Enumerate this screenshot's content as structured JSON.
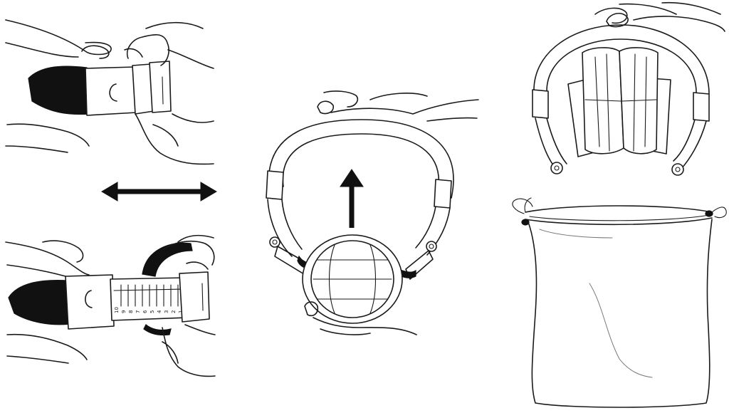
{
  "scale_numbers": [
    "10",
    "9",
    "8",
    "7",
    "6",
    "5",
    "4",
    "3",
    "2",
    "1"
  ],
  "icons": {
    "horizontal_arrow": "double-headed-arrow",
    "vertical_arrow": "up-arrow"
  },
  "colors": {
    "line": "#1a1a1a",
    "fill": "#111111",
    "background": "#ffffff"
  }
}
